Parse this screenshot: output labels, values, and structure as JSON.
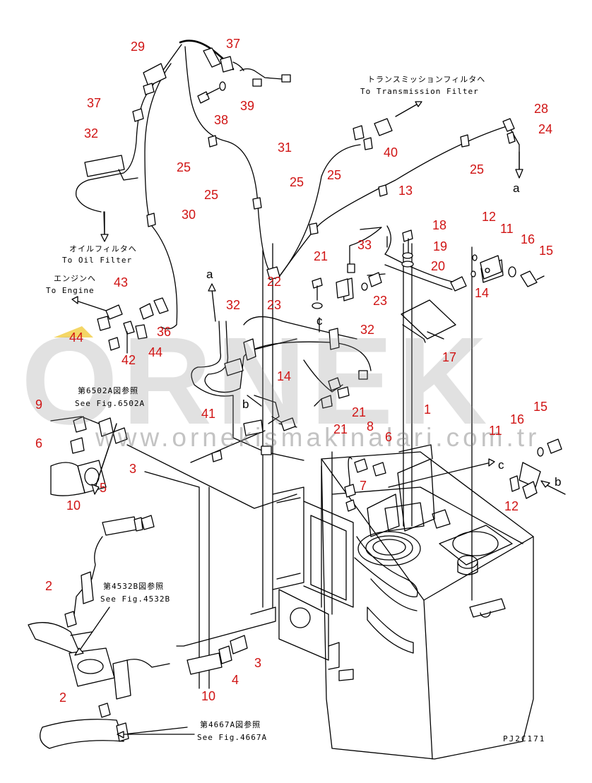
{
  "watermark": {
    "logo": "ORNEK",
    "url": "www.ornekismakinalari.com.tr",
    "accent_color": "#f2cf4a"
  },
  "drawing_code": "PJ2C171",
  "notes": {
    "transmission_filter_jp": "トランスミッションフィルタへ",
    "transmission_filter_en": "To Transmission Filter",
    "oil_filter_jp": "オイルフィルタへ",
    "oil_filter_en": "To Oil Filter",
    "engine_jp": "エンジンへ",
    "engine_en": "To Engine",
    "ref_6502A_jp": "第6502A図参照",
    "ref_6502A_en": "See Fig.6502A",
    "ref_4532B_jp": "第4532B図参照",
    "ref_4532B_en": "See Fig.4532B",
    "ref_4667A_jp": "第4667A図参照",
    "ref_4667A_en": "See Fig.4667A"
  },
  "view_letters": [
    "a",
    "a",
    "b",
    "b",
    "c",
    "c"
  ],
  "callouts": [
    "29",
    "37",
    "37",
    "39",
    "38",
    "32",
    "25",
    "31",
    "40",
    "28",
    "24",
    "25",
    "25",
    "13",
    "25",
    "25",
    "30",
    "12",
    "11",
    "16",
    "15",
    "18",
    "19",
    "20",
    "14",
    "33",
    "21",
    "43",
    "22",
    "23",
    "23",
    "36",
    "44",
    "44",
    "42",
    "32",
    "32",
    "17",
    "14",
    "9",
    "21",
    "21",
    "6",
    "41",
    "8",
    "6",
    "1",
    "16",
    "15",
    "11",
    "12",
    "7",
    "5",
    "3",
    "10",
    "2",
    "3",
    "4",
    "10",
    "2"
  ]
}
